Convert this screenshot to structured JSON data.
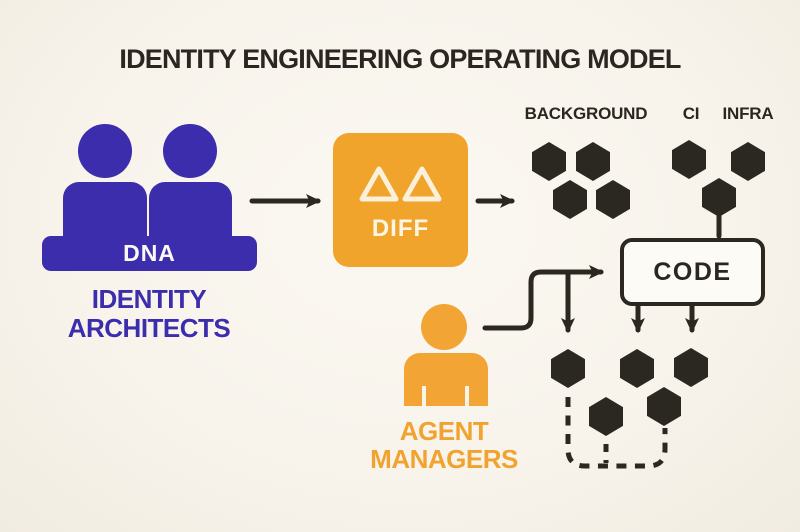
{
  "title": "IDENTITY ENGINEERING OPERATING MODEL",
  "identity_architects": {
    "badge_label": "DNA",
    "caption_line1": "IDENTITY",
    "caption_line2": "ARCHITECTS"
  },
  "diff_box": {
    "label": "DIFF"
  },
  "hex_groups": {
    "background_label": "BACKGROUND",
    "ci_label": "CI",
    "infra_label": "INFRA",
    "background_hex_count": 4,
    "ci_infra_hex_count": 3,
    "output_hex_count": 5
  },
  "code_box": {
    "label": "CODE"
  },
  "agent_managers": {
    "caption_line1": "AGENT",
    "caption_line2": "MANAGERS"
  },
  "colors": {
    "purple": "#3B2DAC",
    "orange": "#F0A42C",
    "ink": "#2B2721",
    "background": "#F8F4EC",
    "code_fill": "#FDFBF5"
  }
}
